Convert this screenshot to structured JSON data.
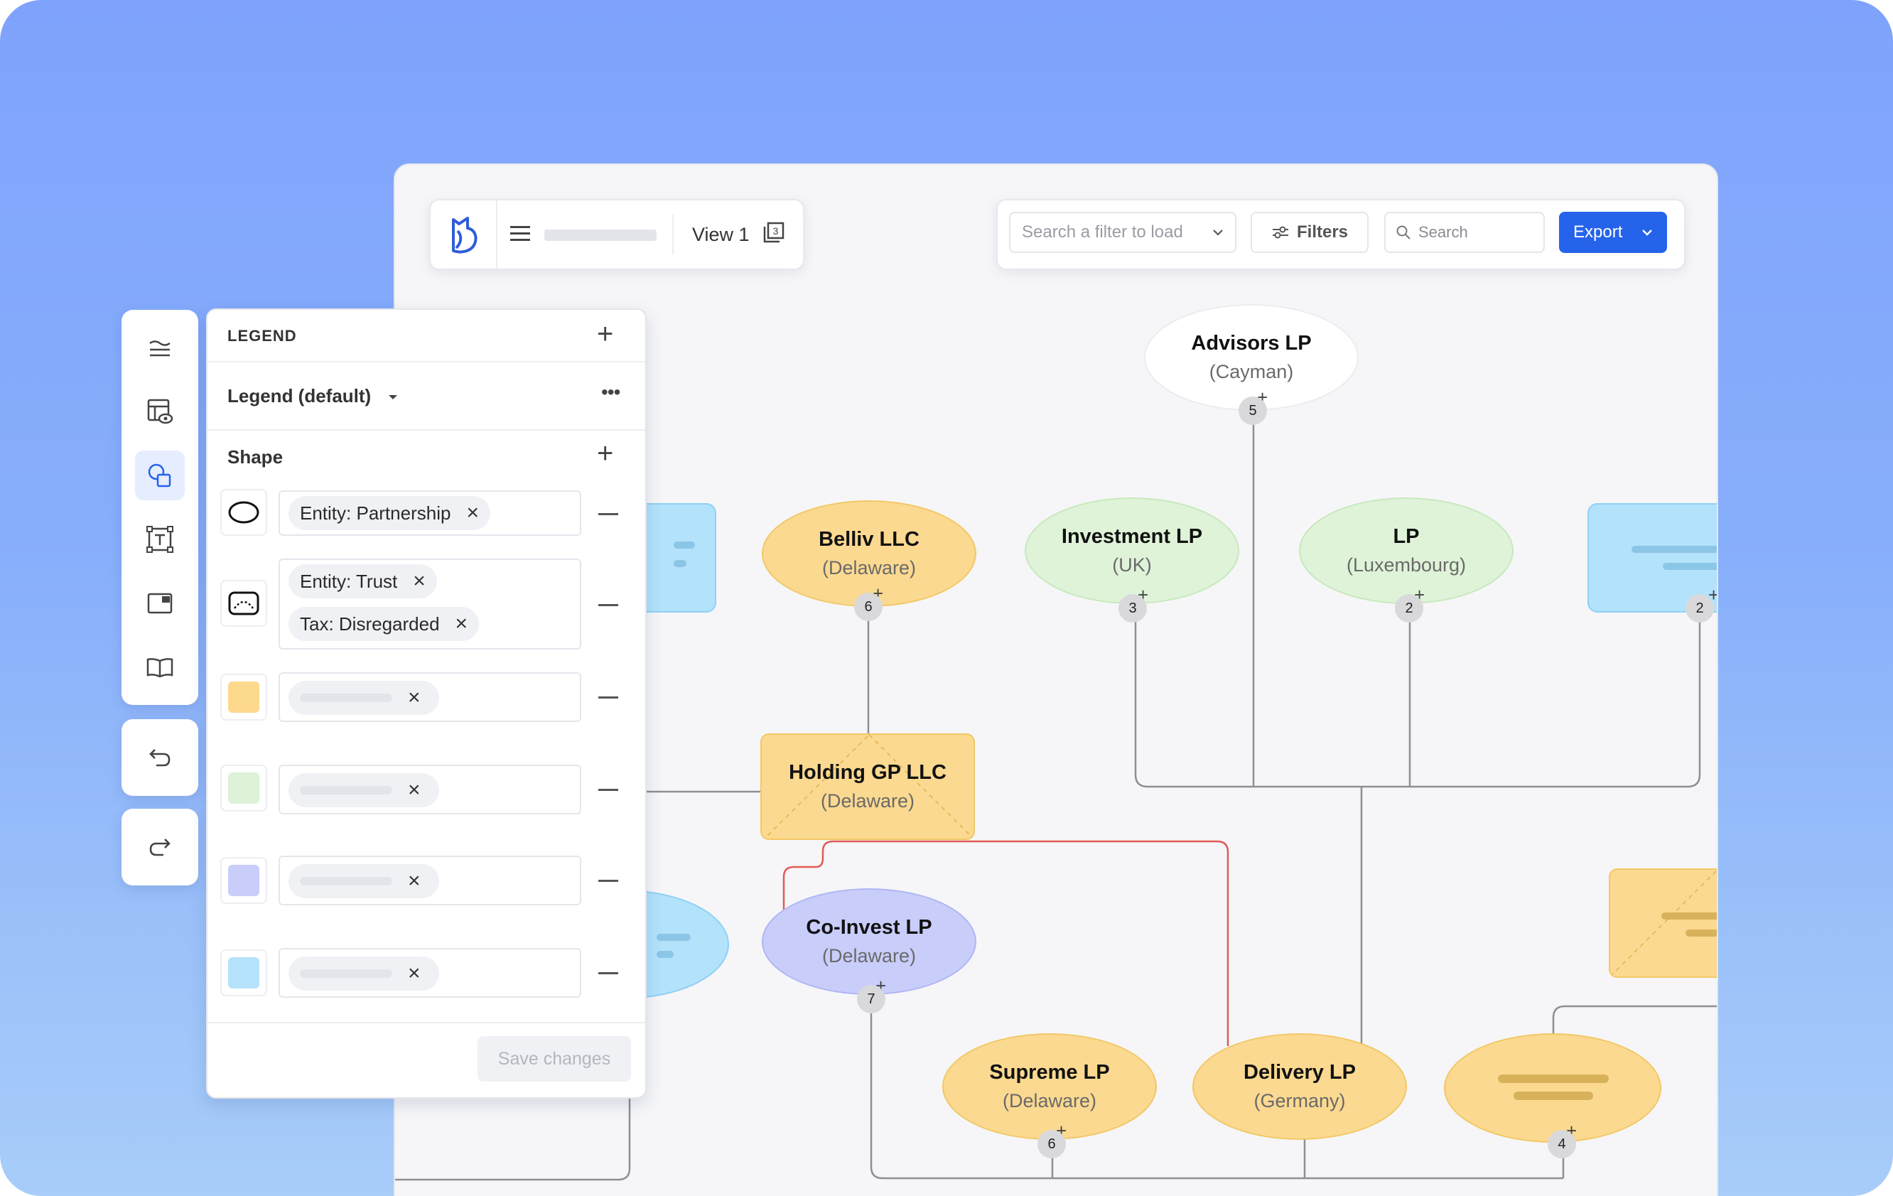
{
  "app": {
    "view_label": "View 1",
    "search_filter_placeholder": "Search a filter to load",
    "filters_label": "Filters",
    "search_placeholder": "Search",
    "export_label": "Export"
  },
  "legend": {
    "title": "LEGEND",
    "selected": "Legend (default)",
    "section_title": "Shape",
    "chips": {
      "partnership": "Entity: Partnership",
      "trust": "Entity: Trust",
      "disregarded": "Tax: Disregarded"
    },
    "swatch_colors": [
      "#fdd98d",
      "#ddf2d6",
      "#c8cdfa",
      "#b4e3fb"
    ],
    "save_label": "Save changes"
  },
  "nodes": {
    "advisors": {
      "name": "Advisors LP",
      "juris": "(Cayman)",
      "count": "5"
    },
    "belliv": {
      "name": "Belliv LLC",
      "juris": "(Delaware)",
      "count": "6"
    },
    "investment": {
      "name": "Investment LP",
      "juris": "(UK)",
      "count": "3"
    },
    "lp": {
      "name": "LP",
      "juris": "(Luxembourg)",
      "count": "2"
    },
    "right_blue": {
      "count": "2"
    },
    "holding": {
      "name": "Holding GP LLC",
      "juris": "(Delaware)"
    },
    "coinvest": {
      "name": "Co-Invest LP",
      "juris": "(Delaware)",
      "count": "7"
    },
    "supreme": {
      "name": "Supreme LP",
      "juris": "(Delaware)",
      "count": "6"
    },
    "delivery": {
      "name": "Delivery LP",
      "juris": "(Germany)"
    },
    "right_yellow": {
      "count": "4"
    }
  },
  "colors": {
    "accent": "#2563eb",
    "yellow": "#fbd990",
    "green": "#dff3d8",
    "purple": "#c9cdfa",
    "blue": "#b3e2fb",
    "connector_red": "#e35a55"
  },
  "icons": [
    "logo-icon",
    "menu-icon",
    "views-icon",
    "chevron-down-icon",
    "filter-icon",
    "search-icon",
    "layers-icon",
    "table-view-icon",
    "shapes-icon",
    "text-frame-icon",
    "window-icon",
    "book-icon",
    "undo-icon",
    "redo-icon",
    "plus-icon",
    "more-icon",
    "ellipse-shape-icon",
    "trust-shape-icon",
    "close-icon",
    "minus-icon"
  ]
}
